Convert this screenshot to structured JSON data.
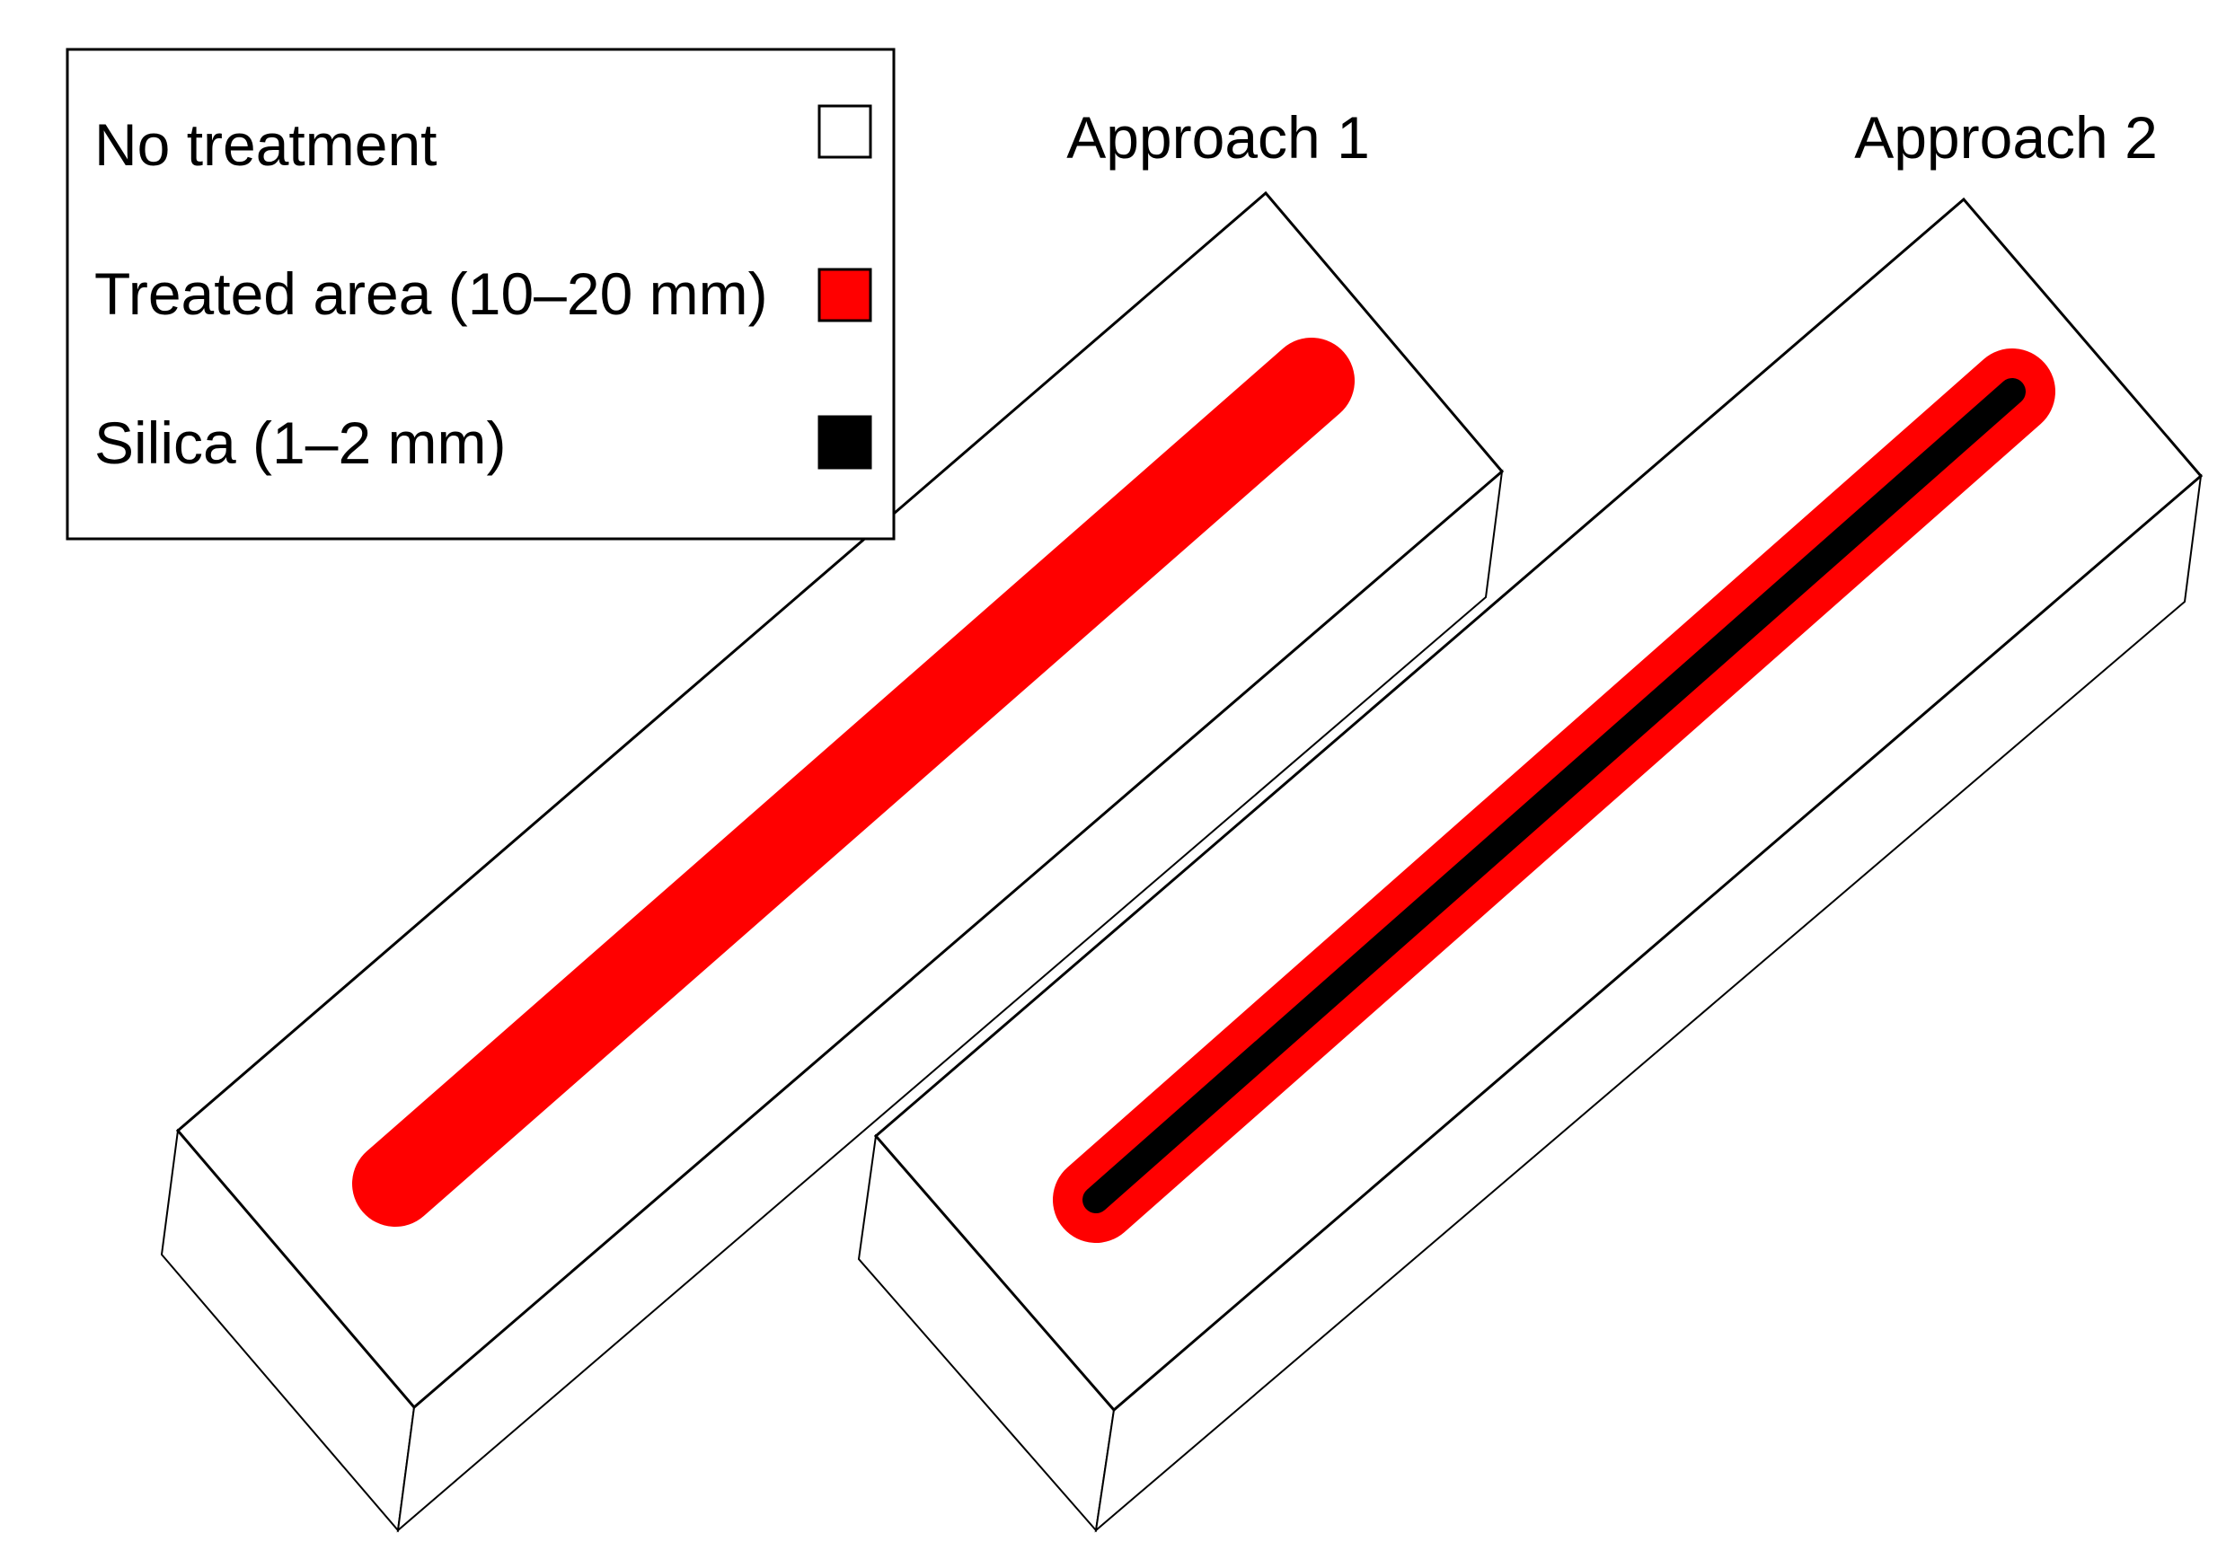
{
  "legend": {
    "items": [
      {
        "label": "No treatment",
        "color": "#ffffff"
      },
      {
        "label": "Treated area (10–20 mm)",
        "color": "#ff0000"
      },
      {
        "label": "Silica (1–2 mm)",
        "color": "#000000"
      }
    ]
  },
  "approaches": [
    {
      "label": "Approach 1",
      "has_silica": false
    },
    {
      "label": "Approach 2",
      "has_silica": true
    }
  ],
  "colors": {
    "outline": "#000000",
    "treated": "#ff0000",
    "silica": "#000000",
    "background": "#ffffff"
  }
}
